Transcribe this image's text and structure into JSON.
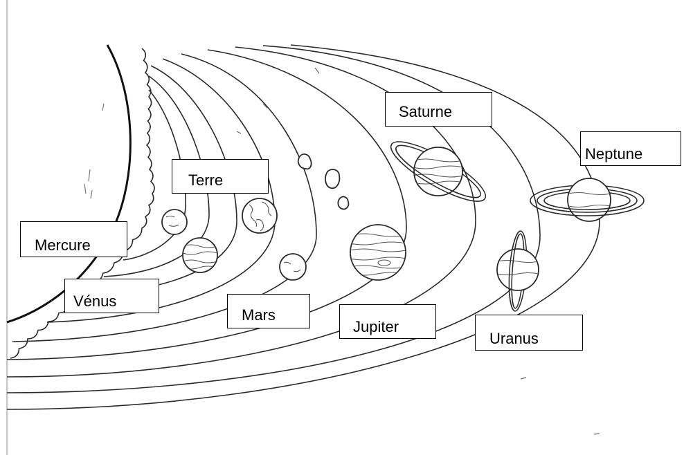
{
  "labels": {
    "saturne": "Saturne",
    "neptune": "Neptune",
    "terre": "Terre",
    "mercure": "Mercure",
    "venus": "Vénus",
    "mars": "Mars",
    "jupiter": "Jupiter",
    "uranus": "Uranus"
  },
  "colors": {
    "line": "#2a2a2a",
    "background": "#ffffff"
  }
}
